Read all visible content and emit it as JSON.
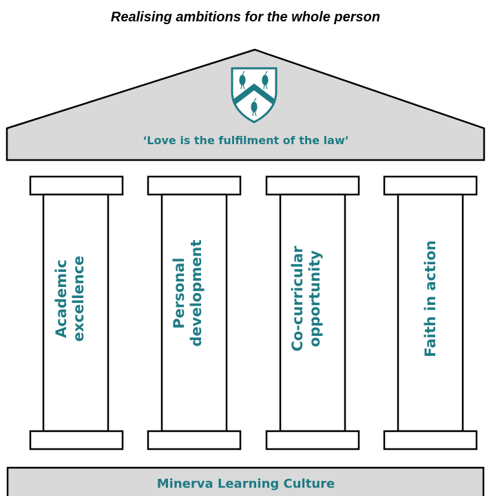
{
  "title": "Realising ambitions for the whole person",
  "motto": "‘Love is the fulfilment of the law’",
  "pillars": [
    {
      "line1": "Academic",
      "line2": "excellence"
    },
    {
      "line1": "Personal",
      "line2": "development"
    },
    {
      "line1": "Co-curricular",
      "line2": "opportunity"
    },
    {
      "line1": "Faith in action",
      "line2": ""
    }
  ],
  "foundation": "Minerva Learning Culture",
  "colors": {
    "teal": "#1e7b84",
    "stone": "#d9d9d9",
    "outline": "#000000"
  },
  "crest": {
    "icon": "heron-shield-icon"
  }
}
